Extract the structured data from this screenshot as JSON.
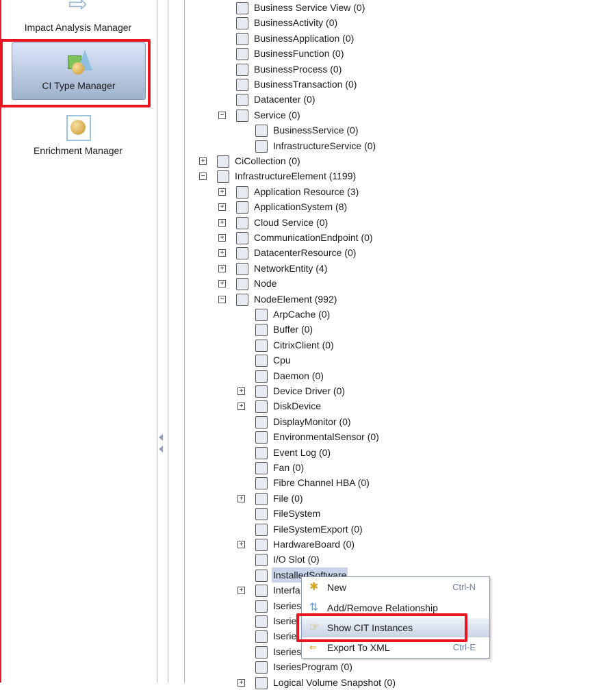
{
  "left_panel": {
    "items": [
      {
        "label": "Impact Analysis Manager",
        "icon": "arrow-icon"
      },
      {
        "label": "CI Type Manager",
        "icon": "shapes-icon",
        "selected": true
      },
      {
        "label": "Enrichment Manager",
        "icon": "cube-icon"
      }
    ]
  },
  "tree": [
    {
      "label": "Business Service View (0)",
      "level": 1,
      "toggle": ""
    },
    {
      "label": "BusinessActivity (0)",
      "level": 1,
      "toggle": ""
    },
    {
      "label": "BusinessApplication (0)",
      "level": 1,
      "toggle": ""
    },
    {
      "label": "BusinessFunction (0)",
      "level": 1,
      "toggle": ""
    },
    {
      "label": "BusinessProcess (0)",
      "level": 1,
      "toggle": ""
    },
    {
      "label": "BusinessTransaction (0)",
      "level": 1,
      "toggle": ""
    },
    {
      "label": "Datacenter (0)",
      "level": 1,
      "toggle": ""
    },
    {
      "label": "Service (0)",
      "level": 1,
      "toggle": "-"
    },
    {
      "label": "BusinessService (0)",
      "level": 2,
      "toggle": ""
    },
    {
      "label": "InfrastructureService (0)",
      "level": 2,
      "toggle": ""
    },
    {
      "label": "CiCollection (0)",
      "level": 0,
      "toggle": "+"
    },
    {
      "label": "InfrastructureElement (1199)",
      "level": 0,
      "toggle": "-"
    },
    {
      "label": "Application Resource (3)",
      "level": 1,
      "toggle": "+"
    },
    {
      "label": "ApplicationSystem (8)",
      "level": 1,
      "toggle": "+"
    },
    {
      "label": "Cloud Service (0)",
      "level": 1,
      "toggle": "+"
    },
    {
      "label": "CommunicationEndpoint (0)",
      "level": 1,
      "toggle": "+"
    },
    {
      "label": "DatacenterResource (0)",
      "level": 1,
      "toggle": "+"
    },
    {
      "label": "NetworkEntity (4)",
      "level": 1,
      "toggle": "+"
    },
    {
      "label": "Node",
      "level": 1,
      "toggle": "+"
    },
    {
      "label": "NodeElement (992)",
      "level": 1,
      "toggle": "-"
    },
    {
      "label": "ArpCache (0)",
      "level": 2,
      "toggle": ""
    },
    {
      "label": "Buffer (0)",
      "level": 2,
      "toggle": ""
    },
    {
      "label": "CitrixClient (0)",
      "level": 2,
      "toggle": ""
    },
    {
      "label": "Cpu",
      "level": 2,
      "toggle": ""
    },
    {
      "label": "Daemon (0)",
      "level": 2,
      "toggle": ""
    },
    {
      "label": "Device Driver (0)",
      "level": 2,
      "toggle": "+"
    },
    {
      "label": "DiskDevice",
      "level": 2,
      "toggle": "+"
    },
    {
      "label": "DisplayMonitor (0)",
      "level": 2,
      "toggle": ""
    },
    {
      "label": "EnvironmentalSensor (0)",
      "level": 2,
      "toggle": ""
    },
    {
      "label": "Event Log (0)",
      "level": 2,
      "toggle": ""
    },
    {
      "label": "Fan (0)",
      "level": 2,
      "toggle": ""
    },
    {
      "label": "Fibre Channel HBA (0)",
      "level": 2,
      "toggle": ""
    },
    {
      "label": "File (0)",
      "level": 2,
      "toggle": "+"
    },
    {
      "label": "FileSystem",
      "level": 2,
      "toggle": ""
    },
    {
      "label": "FileSystemExport (0)",
      "level": 2,
      "toggle": ""
    },
    {
      "label": "HardwareBoard (0)",
      "level": 2,
      "toggle": "+"
    },
    {
      "label": "I/O Slot (0)",
      "level": 2,
      "toggle": ""
    },
    {
      "label": "InstalledSoftware",
      "level": 2,
      "toggle": "",
      "selected": true
    },
    {
      "label": "Interfa",
      "level": 2,
      "toggle": "+"
    },
    {
      "label": "Iseries",
      "level": 2,
      "toggle": ""
    },
    {
      "label": "Iserie",
      "level": 2,
      "toggle": ""
    },
    {
      "label": "Iserie",
      "level": 2,
      "toggle": ""
    },
    {
      "label": "Iseries",
      "level": 2,
      "toggle": ""
    },
    {
      "label": "IseriesProgram (0)",
      "level": 2,
      "toggle": ""
    },
    {
      "label": "Logical Volume Snapshot (0)",
      "level": 2,
      "toggle": "+"
    }
  ],
  "context_menu": {
    "items": [
      {
        "label": "New",
        "shortcut": "Ctrl-N",
        "icon": "asterisk-icon"
      },
      {
        "label": "Add/Remove Relationship",
        "shortcut": "",
        "icon": "relationship-icon"
      },
      {
        "label": "Show CIT Instances",
        "shortcut": "",
        "icon": "show-instances-icon",
        "highlighted": true
      },
      {
        "label": "Export To XML",
        "shortcut": "Ctrl-E",
        "icon": "export-xml-icon"
      }
    ]
  },
  "colors": {
    "highlight_box": "#e8141f",
    "selection": "#c9d6ea"
  }
}
